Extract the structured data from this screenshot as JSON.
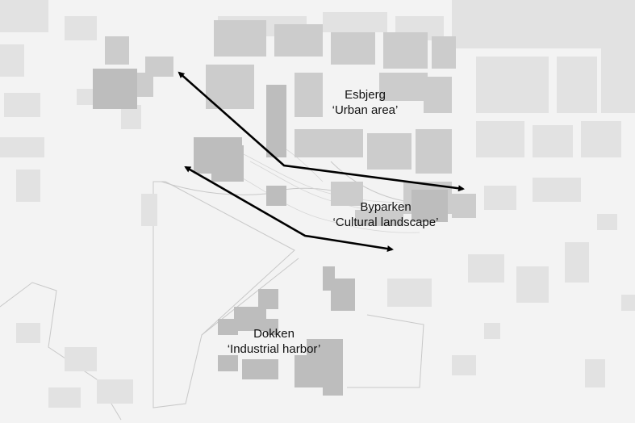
{
  "areas": {
    "esbjerg": {
      "name": "Esbjerg",
      "type": "‘Urban area’"
    },
    "byparken": {
      "name": "Byparken",
      "type": "‘Cultural landscape’"
    },
    "dokken": {
      "name": "Dokken",
      "type": "‘Industrial harbor’"
    }
  },
  "colors": {
    "background": "#f3f3f3",
    "building_dark": "#bdbdbd",
    "building_mid": "#cccccc",
    "building_light": "#e2e2e2",
    "quay_line": "#c8c8c8",
    "arrow": "#000000"
  }
}
